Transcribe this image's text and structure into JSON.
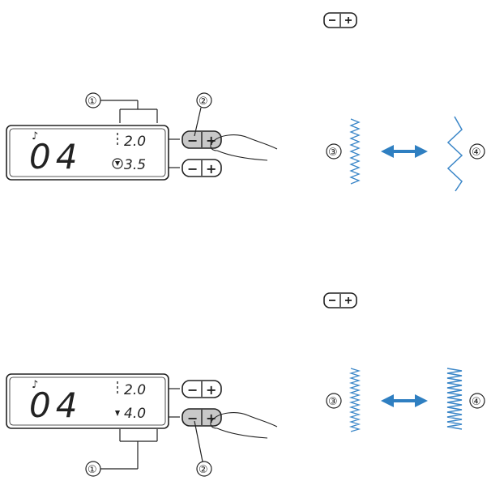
{
  "panels": [
    {
      "display": {
        "pattern": "04",
        "width": "2.0",
        "length": "3.5"
      },
      "buttons": {
        "minus": "−",
        "plus": "+"
      },
      "callouts": {
        "display_values": "①",
        "pressed_button": "②"
      },
      "stitch_labels": {
        "left": "③",
        "right": "④"
      },
      "header_icon": "width-minus-plus-icon"
    },
    {
      "display": {
        "pattern": "04",
        "width": "2.0",
        "length": "4.0"
      },
      "buttons": {
        "minus": "−",
        "plus": "+"
      },
      "callouts": {
        "display_values": "①",
        "pressed_button": "②"
      },
      "stitch_labels": {
        "left": "③",
        "right": "④"
      },
      "header_icon": "length-minus-plus-icon"
    }
  ],
  "colors": {
    "stitch": "#3a86c8",
    "arrow": "#2f7fc1",
    "pressed_button": "#c8c8c8"
  }
}
